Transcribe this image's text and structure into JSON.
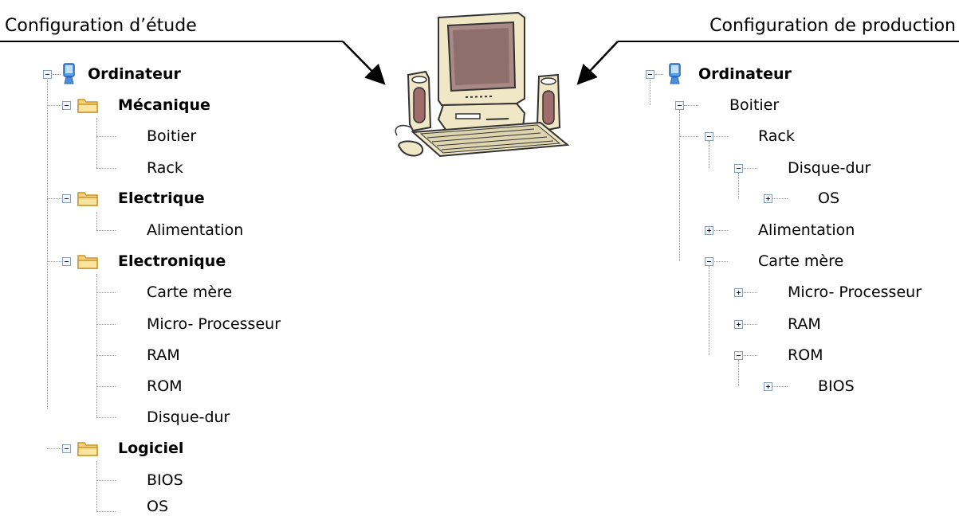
{
  "headers": {
    "left": "Configuration d’étude",
    "right": "Configuration de production"
  },
  "left_tree": {
    "root": "Ordinateur",
    "groups": [
      {
        "label": "Mécanique",
        "items": [
          "Boitier",
          "Rack"
        ]
      },
      {
        "label": "Electrique",
        "items": [
          "Alimentation"
        ]
      },
      {
        "label": "Electronique",
        "items": [
          "Carte mère",
          "Micro- Processeur",
          "RAM",
          "ROM",
          "Disque-dur"
        ]
      },
      {
        "label": "Logiciel",
        "items": [
          "BIOS",
          "OS"
        ]
      }
    ]
  },
  "right_tree": {
    "root": "Ordinateur",
    "boitier": "Boitier",
    "rack": "Rack",
    "disque_dur": "Disque-dur",
    "os": "OS",
    "alimentation": "Alimentation",
    "carte_mere": "Carte mère",
    "micro_processeur": "Micro- Processeur",
    "ram": "RAM",
    "rom": "ROM",
    "bios": "BIOS"
  }
}
